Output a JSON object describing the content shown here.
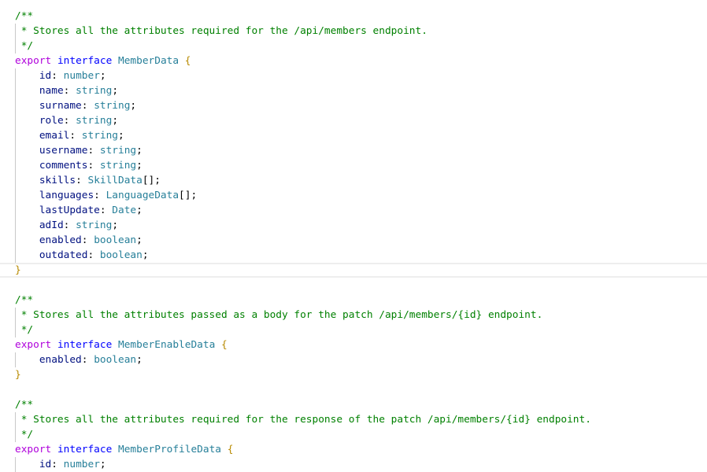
{
  "editor": {
    "current_line": 18,
    "lines": [
      [
        [
          "comment",
          "/**"
        ]
      ],
      [
        [
          "comment",
          " * Stores all the attributes required for the /api/members endpoint."
        ]
      ],
      [
        [
          "comment",
          " */"
        ]
      ],
      [
        [
          "kw",
          "export"
        ],
        [
          "punct",
          " "
        ],
        [
          "decl",
          "interface"
        ],
        [
          "punct",
          " "
        ],
        [
          "type",
          "MemberData"
        ],
        [
          "punct",
          " "
        ],
        [
          "brace",
          "{"
        ]
      ],
      [
        [
          "punct",
          "    "
        ],
        [
          "prop",
          "id"
        ],
        [
          "punct",
          ": "
        ],
        [
          "type",
          "number"
        ],
        [
          "punct",
          ";"
        ]
      ],
      [
        [
          "punct",
          "    "
        ],
        [
          "prop",
          "name"
        ],
        [
          "punct",
          ": "
        ],
        [
          "type",
          "string"
        ],
        [
          "punct",
          ";"
        ]
      ],
      [
        [
          "punct",
          "    "
        ],
        [
          "prop",
          "surname"
        ],
        [
          "punct",
          ": "
        ],
        [
          "type",
          "string"
        ],
        [
          "punct",
          ";"
        ]
      ],
      [
        [
          "punct",
          "    "
        ],
        [
          "prop",
          "role"
        ],
        [
          "punct",
          ": "
        ],
        [
          "type",
          "string"
        ],
        [
          "punct",
          ";"
        ]
      ],
      [
        [
          "punct",
          "    "
        ],
        [
          "prop",
          "email"
        ],
        [
          "punct",
          ": "
        ],
        [
          "type",
          "string"
        ],
        [
          "punct",
          ";"
        ]
      ],
      [
        [
          "punct",
          "    "
        ],
        [
          "prop",
          "username"
        ],
        [
          "punct",
          ": "
        ],
        [
          "type",
          "string"
        ],
        [
          "punct",
          ";"
        ]
      ],
      [
        [
          "punct",
          "    "
        ],
        [
          "prop",
          "comments"
        ],
        [
          "punct",
          ": "
        ],
        [
          "type",
          "string"
        ],
        [
          "punct",
          ";"
        ]
      ],
      [
        [
          "punct",
          "    "
        ],
        [
          "prop",
          "skills"
        ],
        [
          "punct",
          ": "
        ],
        [
          "type",
          "SkillData"
        ],
        [
          "punct",
          "[];"
        ]
      ],
      [
        [
          "punct",
          "    "
        ],
        [
          "prop",
          "languages"
        ],
        [
          "punct",
          ": "
        ],
        [
          "type",
          "LanguageData"
        ],
        [
          "punct",
          "[];"
        ]
      ],
      [
        [
          "punct",
          "    "
        ],
        [
          "prop",
          "lastUpdate"
        ],
        [
          "punct",
          ": "
        ],
        [
          "type",
          "Date"
        ],
        [
          "punct",
          ";"
        ]
      ],
      [
        [
          "punct",
          "    "
        ],
        [
          "prop",
          "adId"
        ],
        [
          "punct",
          ": "
        ],
        [
          "type",
          "string"
        ],
        [
          "punct",
          ";"
        ]
      ],
      [
        [
          "punct",
          "    "
        ],
        [
          "prop",
          "enabled"
        ],
        [
          "punct",
          ": "
        ],
        [
          "type",
          "boolean"
        ],
        [
          "punct",
          ";"
        ]
      ],
      [
        [
          "punct",
          "    "
        ],
        [
          "prop",
          "outdated"
        ],
        [
          "punct",
          ": "
        ],
        [
          "type",
          "boolean"
        ],
        [
          "punct",
          ";"
        ]
      ],
      [
        [
          "brace",
          "}"
        ]
      ],
      [],
      [
        [
          "comment",
          "/**"
        ]
      ],
      [
        [
          "comment",
          " * Stores all the attributes passed as a body for the patch /api/members/{id} endpoint."
        ]
      ],
      [
        [
          "comment",
          " */"
        ]
      ],
      [
        [
          "kw",
          "export"
        ],
        [
          "punct",
          " "
        ],
        [
          "decl",
          "interface"
        ],
        [
          "punct",
          " "
        ],
        [
          "type",
          "MemberEnableData"
        ],
        [
          "punct",
          " "
        ],
        [
          "brace",
          "{"
        ]
      ],
      [
        [
          "punct",
          "    "
        ],
        [
          "prop",
          "enabled"
        ],
        [
          "punct",
          ": "
        ],
        [
          "type",
          "boolean"
        ],
        [
          "punct",
          ";"
        ]
      ],
      [
        [
          "brace",
          "}"
        ]
      ],
      [],
      [
        [
          "comment",
          "/**"
        ]
      ],
      [
        [
          "comment",
          " * Stores all the attributes required for the response of the patch /api/members/{id} endpoint."
        ]
      ],
      [
        [
          "comment",
          " */"
        ]
      ],
      [
        [
          "kw",
          "export"
        ],
        [
          "punct",
          " "
        ],
        [
          "decl",
          "interface"
        ],
        [
          "punct",
          " "
        ],
        [
          "type",
          "MemberProfileData"
        ],
        [
          "punct",
          " "
        ],
        [
          "brace",
          "{"
        ]
      ],
      [
        [
          "punct",
          "    "
        ],
        [
          "prop",
          "id"
        ],
        [
          "punct",
          ": "
        ],
        [
          "type",
          "number"
        ],
        [
          "punct",
          ";"
        ]
      ]
    ],
    "guided_lines": [
      2,
      3,
      5,
      6,
      7,
      8,
      9,
      10,
      11,
      12,
      13,
      14,
      15,
      16,
      17,
      21,
      22,
      24,
      28,
      29,
      31
    ]
  }
}
